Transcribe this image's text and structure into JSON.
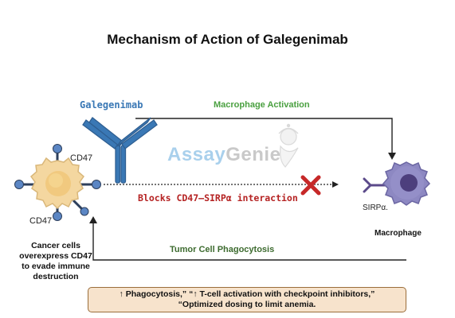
{
  "title": "Mechanism of Action of Galegenimab",
  "labels": {
    "drug": "Galegenimab",
    "macrophage_activation": "Macrophage Activation",
    "cd47_upper": "CD47",
    "cd47_lower": "CD47",
    "blocks": "Blocks CD47–SIRPα interaction",
    "sirpa": "SIRPα.",
    "macrophage": "Macrophage",
    "phagocytosis": "Tumor Cell Phagocytosis",
    "cancer_caption": "Cancer cells overexpress CD47 to evade immune destruction"
  },
  "note": {
    "line1": "↑ Phagocytosis,” “↑ T-cell activation with checkpoint inhibitors,”",
    "line2": "“Optimized dosing to limit anemia."
  },
  "watermark": {
    "part1": "Assay",
    "part2": "Genie"
  },
  "colors": {
    "antibody": "#3a78b5",
    "cancer_cell": "#f4d7a0",
    "macrophage": "#7e79b3",
    "blocked_mark": "#c62828",
    "activation_text": "#4aa040",
    "phagocytosis_text": "#3d6b2f",
    "note_fill": "#f7e3cc"
  }
}
